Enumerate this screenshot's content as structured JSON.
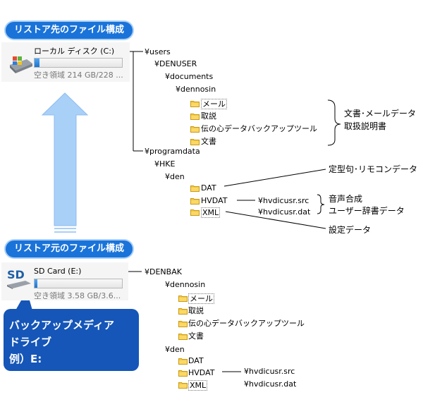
{
  "target": {
    "badge": "リストア先のファイル構成",
    "drive_name": "ローカル ディスク (C:)",
    "drive_free": "空き領域 214 GB/228 ...",
    "drive_fill_fraction": 0.06,
    "tree": {
      "users": "¥users",
      "denuser": "¥DENUSER",
      "documents": "¥documents",
      "dennosin": "¥dennosin",
      "mail": "メール",
      "torisetsu": "取説",
      "backup_tool": "伝の心データバックアップツール",
      "bunsho": "文書",
      "programdata": "¥programdata",
      "hke": "¥HKE",
      "den": "¥den",
      "dat": "DAT",
      "hvdat": "HVDAT",
      "xml": "XML",
      "hvdicusr_src": "¥hvdicusr.src",
      "hvdicusr_dat": "¥hvdicusr.dat"
    },
    "annotations": {
      "docs_line1": "文書･メールデータ",
      "docs_line2": "取扱説明書",
      "dat_note": "定型句･リモコンデータ",
      "voice_line1": "音声合成",
      "voice_line2": "ユーザー辞書データ",
      "xml_note": "設定データ"
    }
  },
  "source": {
    "badge": "リストア元のファイル構成",
    "drive_name": "SD Card (E:)",
    "drive_free": "空き領域 3.58 GB/3.6...",
    "drive_fill_fraction": 0.03,
    "sd_label": "SD",
    "tree": {
      "denbak": "¥DENBAK",
      "dennosin": "¥dennosin",
      "mail": "メール",
      "torisetsu": "取説",
      "backup_tool": "伝の心データバックアップツール",
      "bunsho": "文書",
      "den": "¥den",
      "dat": "DAT",
      "hvdat": "HVDAT",
      "xml": "XML",
      "hvdicusr_src": "¥hvdicusr.src",
      "hvdicusr_dat": "¥hvdicusr.dat"
    }
  },
  "callout": {
    "line1": "バックアップメディア",
    "line2": "ドライブ",
    "line3": "例）E:"
  },
  "colors": {
    "badge_blue": "#1a73d9",
    "callout_blue": "#1556b8",
    "arrow_blue": "#a9d0f7",
    "folder_yellow": "#f5c842"
  }
}
